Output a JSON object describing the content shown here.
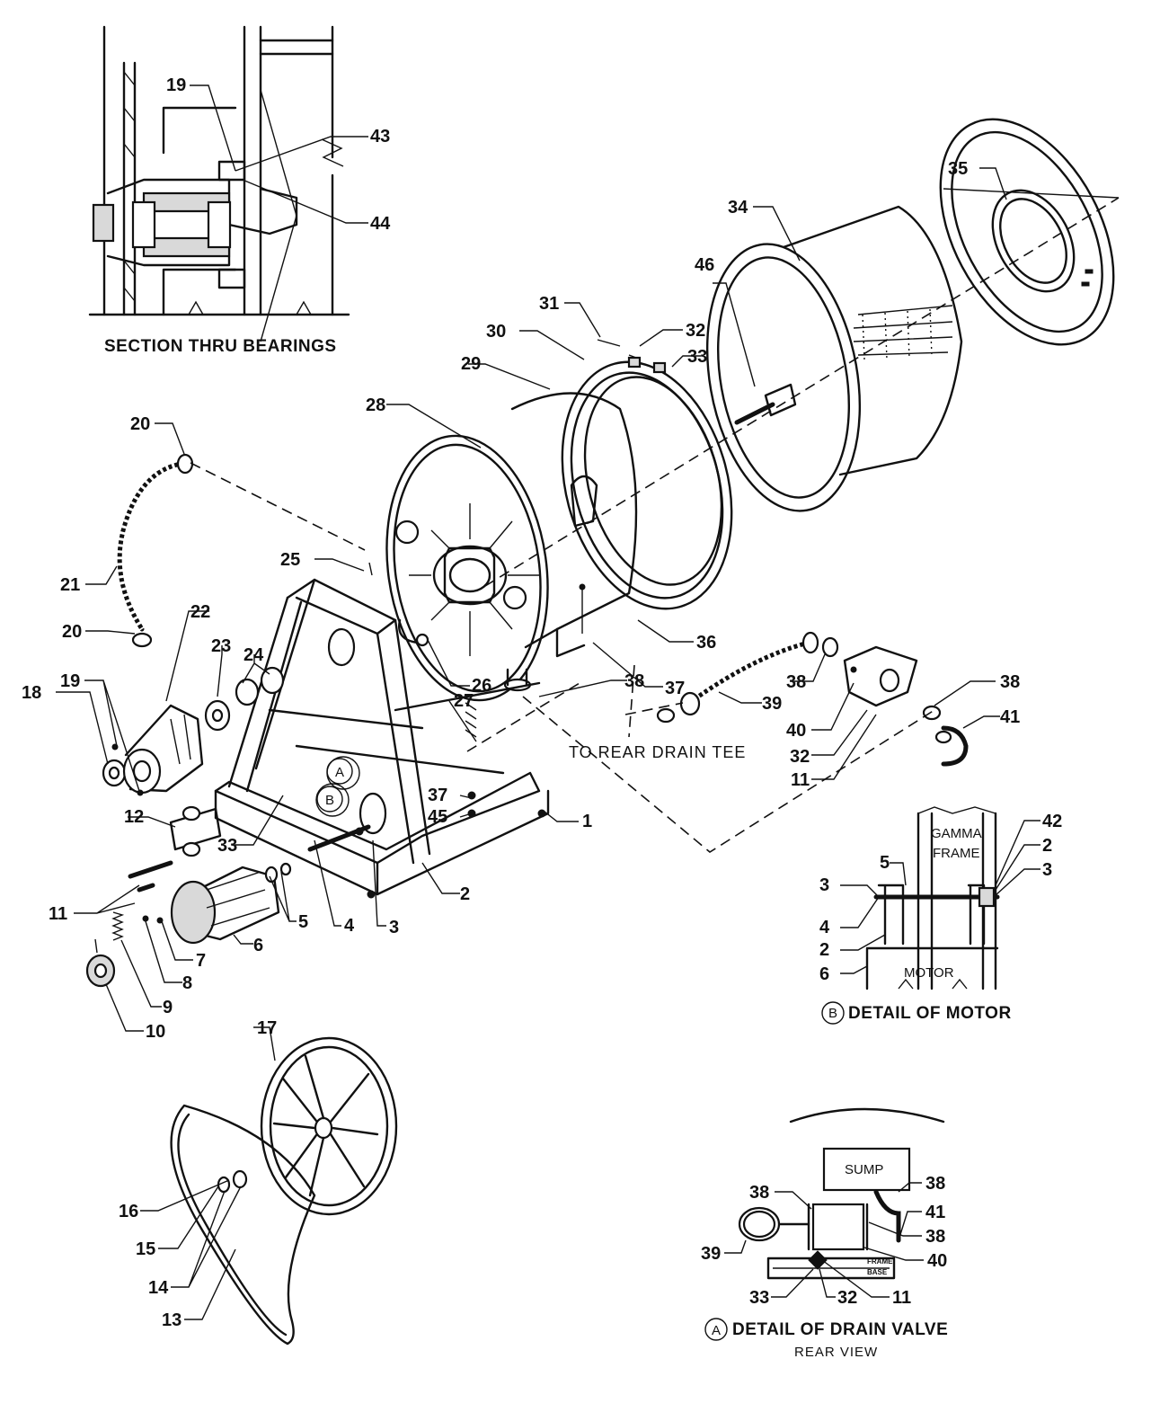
{
  "captions": {
    "section_bearings": "SECTION THRU BEARINGS",
    "rear_drain_tee": "TO REAR DRAIN TEE",
    "detail_motor": "DETAIL OF MOTOR",
    "detail_drain": "DETAIL OF DRAIN VALVE",
    "rear_view": "REAR VIEW"
  },
  "badges": {
    "a": "A",
    "b": "B"
  },
  "inner_labels": {
    "gamma": "GAMMA",
    "frame": "FRAME",
    "motor": "MOTOR",
    "sump": "SUMP",
    "frame_small": "FRAME",
    "base_small": "BASE"
  },
  "callouts": {
    "bearing": [
      "19",
      "43",
      "44"
    ],
    "main": [
      "1",
      "2",
      "3",
      "4",
      "5",
      "6",
      "7",
      "8",
      "9",
      "10",
      "11",
      "12",
      "13",
      "14",
      "15",
      "16",
      "17",
      "18",
      "19",
      "20",
      "20",
      "21",
      "22",
      "23",
      "24",
      "25",
      "26",
      "27",
      "28",
      "29",
      "30",
      "31",
      "32",
      "32",
      "33",
      "33",
      "34",
      "35",
      "36",
      "37",
      "37",
      "38",
      "38",
      "38",
      "39",
      "40",
      "41",
      "45",
      "46",
      "11",
      "33"
    ],
    "motor_detail": [
      "42",
      "2",
      "3",
      "5",
      "3",
      "4",
      "2",
      "6"
    ],
    "drain_detail": [
      "38",
      "38",
      "38",
      "41",
      "40",
      "39",
      "33",
      "32",
      "11"
    ]
  }
}
